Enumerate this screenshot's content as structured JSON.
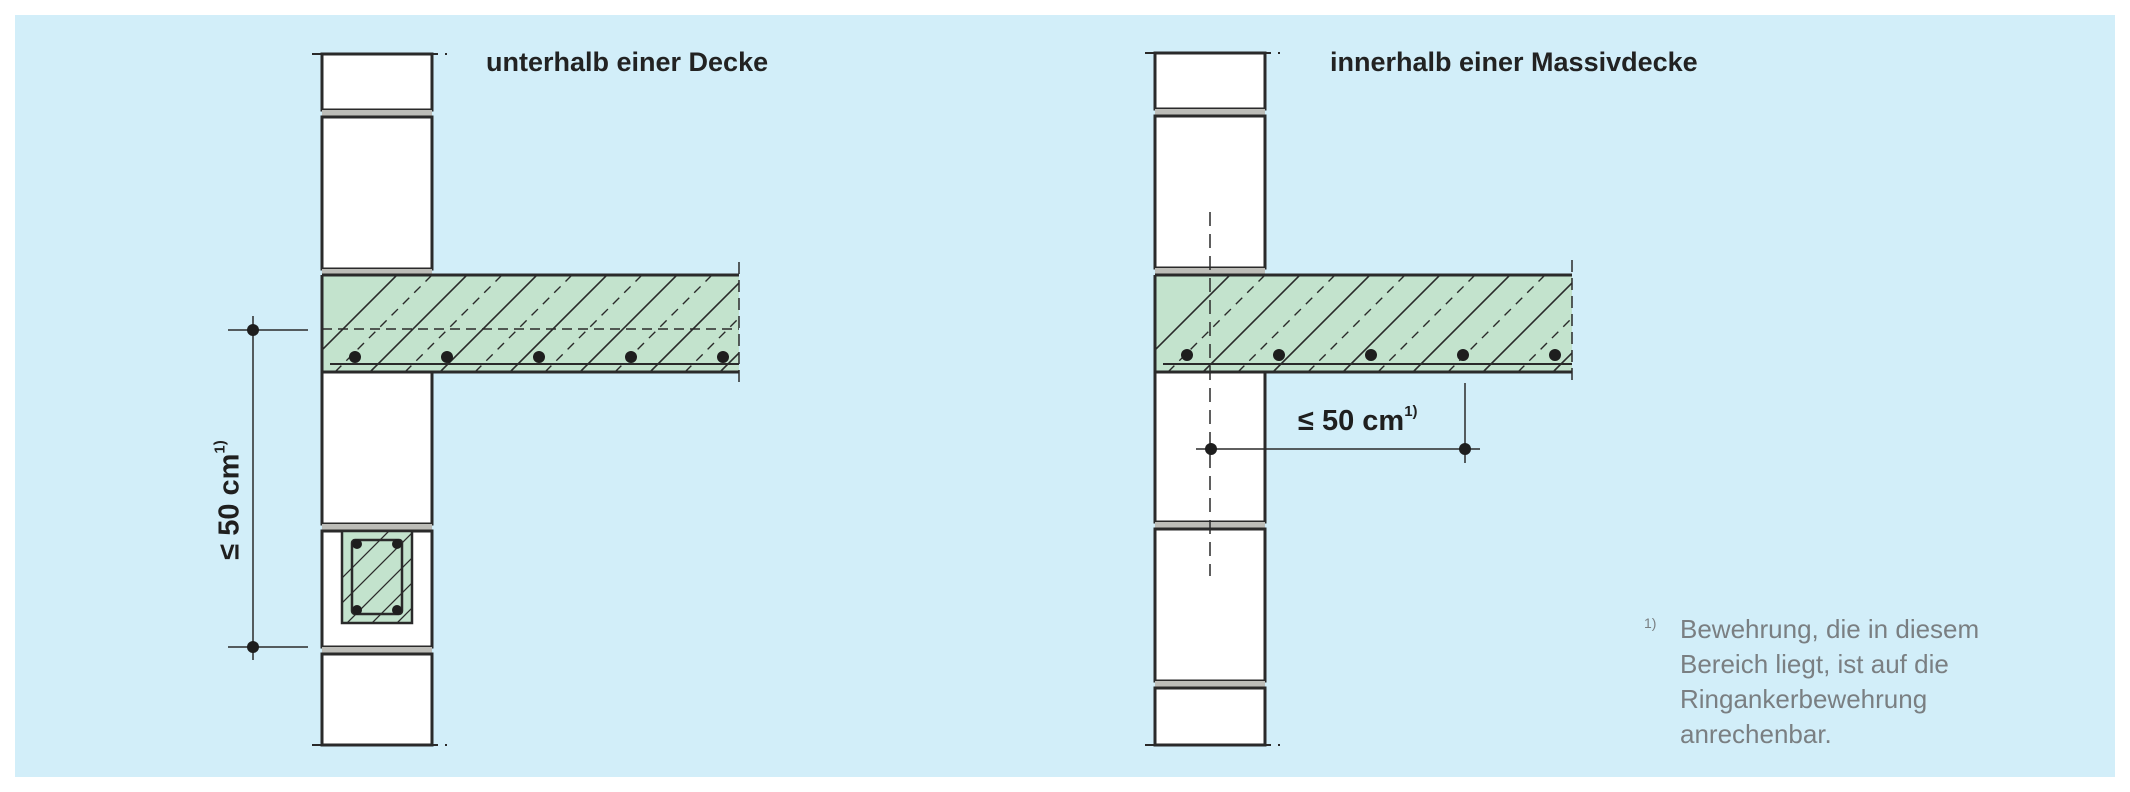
{
  "colors": {
    "background": "#d2eef9",
    "concrete": "#c3e3cd",
    "masonry": "#ffffff",
    "mortar_joint": "#bdbdb8",
    "line": "#2a2a2a",
    "footnote_text": "#7a7f82"
  },
  "left_detail": {
    "heading": "unterhalb einer Decke",
    "dimension": {
      "symbol": "≤",
      "value": "50 cm",
      "footnote_ref": "1)"
    }
  },
  "right_detail": {
    "heading": "innerhalb einer Massivdecke",
    "dimension": {
      "symbol": "≤",
      "value": "50 cm",
      "footnote_ref": "1)"
    }
  },
  "footnote": {
    "marker": "1)",
    "lines": [
      "Bewehrung, die in diesem",
      "Bereich liegt, ist auf die",
      "Ringankerbewehrung",
      "anrechenbar."
    ]
  }
}
